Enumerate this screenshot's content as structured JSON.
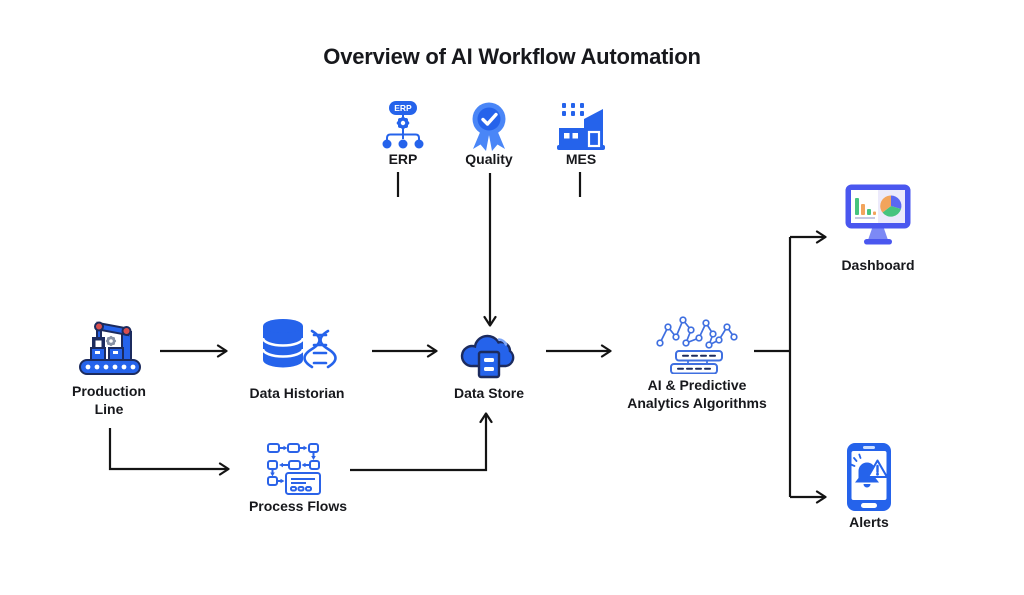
{
  "title": "Overview of AI Workflow Automation",
  "colors": {
    "background": "#ffffff",
    "connector": "#141414",
    "text": "#17181c",
    "blue": "#2563eb",
    "light_blue": "#4a86f7",
    "mid_blue": "#3f6fe0",
    "navy": "#1c2b5e",
    "indigo": "#4a57ef",
    "lavender": "#eceafb",
    "green": "#46c47e",
    "orange": "#f2a45c"
  },
  "nodes": {
    "erp": {
      "label": "ERP",
      "badge_text": "ERP",
      "icon": "erp-hierarchy-icon"
    },
    "quality": {
      "label": "Quality",
      "icon": "quality-medal-icon"
    },
    "mes": {
      "label": "MES",
      "icon": "factory-icon"
    },
    "production_line": {
      "label": "Production Line",
      "label_lines": [
        "Production",
        "Line"
      ],
      "icon": "robot-arm-conveyor-icon"
    },
    "data_historian": {
      "label": "Data Historian",
      "icon": "database-dna-icon"
    },
    "data_store": {
      "label": "Data Store",
      "icon": "cloud-storage-icon"
    },
    "ai_predictive": {
      "label": "AI & Predictive Analytics Algorithms",
      "label_lines": [
        "AI & Predictive",
        "Analytics Algorithms"
      ],
      "icon": "network-servers-icon"
    },
    "process_flows": {
      "label": "Process Flows",
      "icon": "flowchart-icon"
    },
    "dashboard": {
      "label": "Dashboard",
      "icon": "monitor-charts-icon"
    },
    "alerts": {
      "label": "Alerts",
      "icon": "phone-alert-bell-icon"
    }
  },
  "edges": [
    {
      "from": "Production Line",
      "to": "Data Historian",
      "type": "arrow"
    },
    {
      "from": "Data Historian",
      "to": "Data Store",
      "type": "arrow"
    },
    {
      "from": "Quality",
      "to": "Data Store",
      "type": "arrow"
    },
    {
      "from": "Production Line",
      "to": "Process Flows",
      "type": "elbow-arrow"
    },
    {
      "from": "Process Flows",
      "to": "Data Store",
      "type": "elbow-arrow"
    },
    {
      "from": "Data Store",
      "to": "AI & Predictive Analytics Algorithms",
      "type": "arrow"
    },
    {
      "from": "AI & Predictive Analytics Algorithms",
      "to": "Dashboard",
      "type": "elbow-arrow"
    },
    {
      "from": "AI & Predictive Analytics Algorithms",
      "to": "Alerts",
      "type": "elbow-arrow"
    },
    {
      "from": "ERP",
      "to": "",
      "type": "stub-line"
    },
    {
      "from": "MES",
      "to": "",
      "type": "stub-line"
    }
  ]
}
